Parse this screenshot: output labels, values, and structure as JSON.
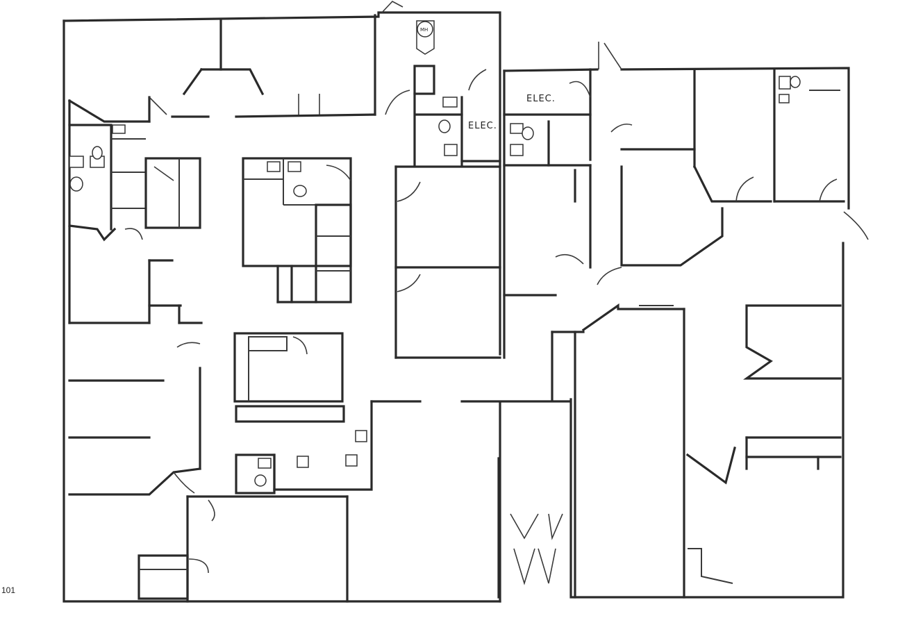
{
  "labels": {
    "elec_1": "ELEC.",
    "elec_2": "ELEC.",
    "manhole": "MH"
  },
  "page_number": "101",
  "colors": {
    "wall": "#2a2a2a",
    "background": "#ffffff"
  }
}
